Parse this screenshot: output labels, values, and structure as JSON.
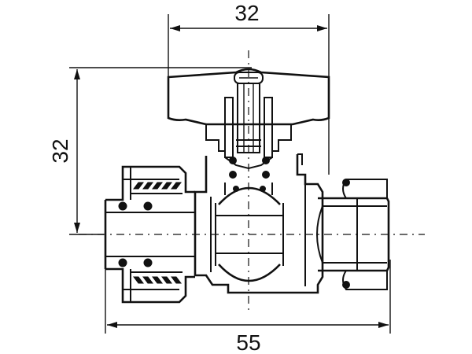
{
  "dimensions": {
    "top_width": "32",
    "left_height": "32",
    "bottom_length": "55"
  }
}
